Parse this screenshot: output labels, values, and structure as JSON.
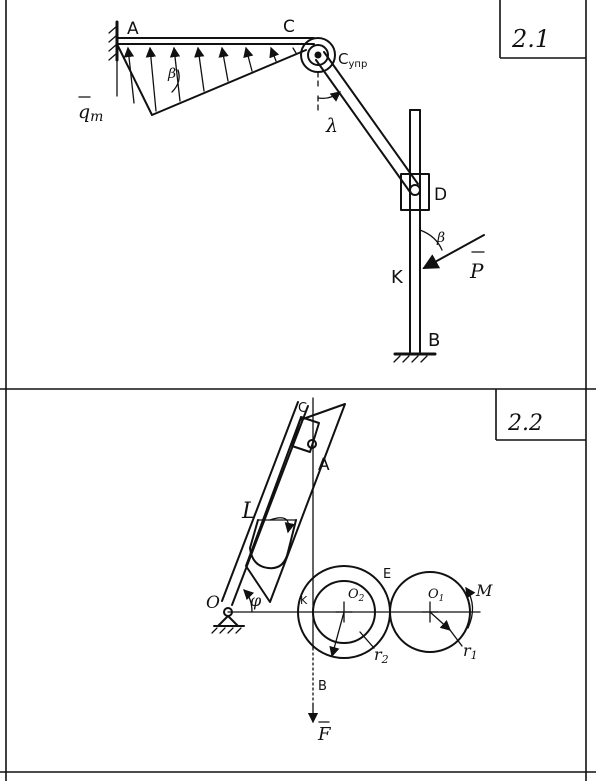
{
  "problems": [
    {
      "number": "2.1",
      "labels": {
        "A": "A",
        "C": "C",
        "C_spring": "C",
        "C_spring_sub": "упр",
        "D": "D",
        "K": "K",
        "B": "B",
        "beta_top": "β",
        "beta_right": "β",
        "lambda": "λ",
        "q": "q",
        "q_sub": "m",
        "P": "P"
      }
    },
    {
      "number": "2.2",
      "labels": {
        "C": "C",
        "A": "A",
        "L": "L",
        "O": "O",
        "phi": "φ",
        "K": "K",
        "E": "E",
        "O2": "O",
        "O2_sub": "2",
        "O1": "O",
        "O1_sub": "1",
        "M": "M",
        "r2": "r",
        "r2_sub": "2",
        "r1": "r",
        "r1_sub": "1",
        "B": "B",
        "F": "F"
      }
    }
  ]
}
